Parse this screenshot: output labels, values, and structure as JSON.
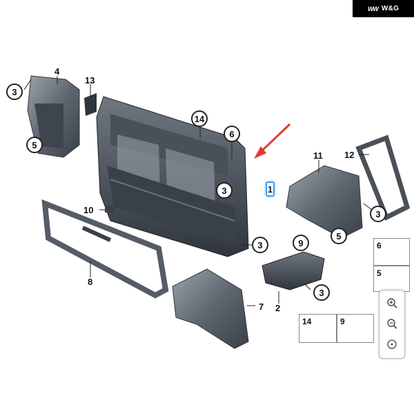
{
  "brand": {
    "logo": "WW",
    "name": "W&G"
  },
  "callouts": {
    "part4": "4",
    "part13": "13",
    "part14": "14",
    "part6": "6",
    "part11": "11",
    "part12": "12",
    "part10": "10",
    "part8": "8",
    "part9": "9",
    "part7": "7",
    "part2": "2",
    "part1": "1",
    "c3_a": "3",
    "c3_b": "3",
    "c3_c": "3",
    "c3_d": "3",
    "c3_e": "3",
    "c5_a": "5",
    "c5_b": "5",
    "c6": "6"
  },
  "legend": {
    "cell6": "6",
    "cell5": "5",
    "cell14": "14",
    "cell9": "9"
  },
  "zoom": {
    "zoom_in": "zoom-in",
    "zoom_out": "zoom-out",
    "reset": "reset-view"
  },
  "colors": {
    "part_fill": "#555c66",
    "part_dark": "#3a4048",
    "part_light": "#8a929c",
    "arrow": "#e03b2c",
    "highlight": "#3aa0ff"
  }
}
